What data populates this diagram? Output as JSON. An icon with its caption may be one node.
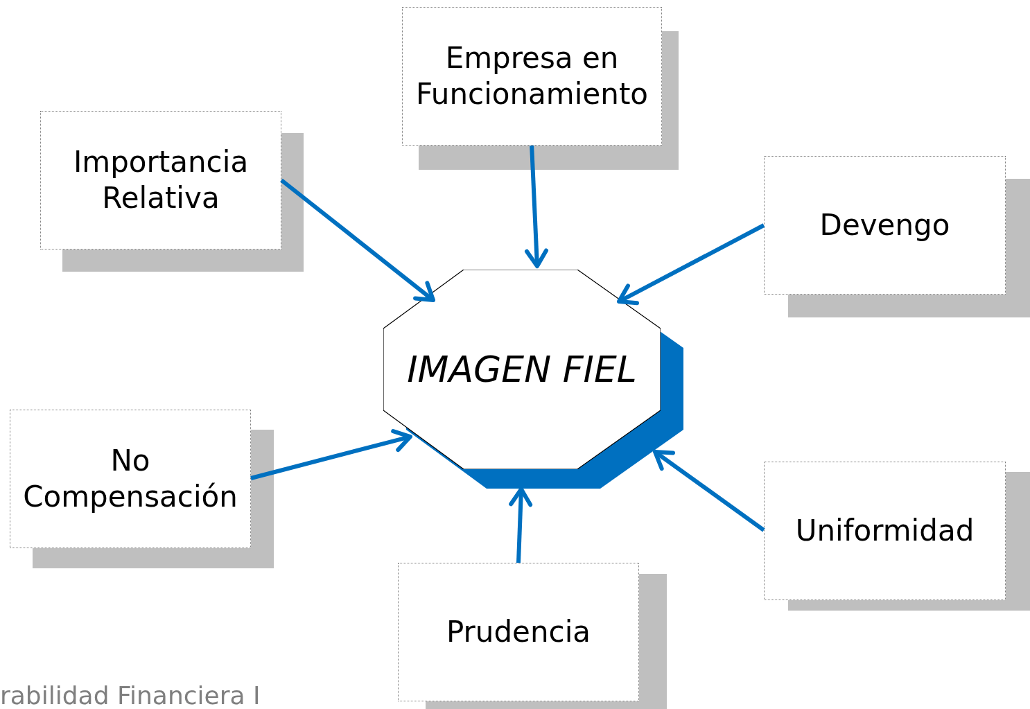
{
  "diagram": {
    "nodes": [
      {
        "text": [
          "Empresa en Funcionamiento"
        ]
      },
      {
        "text": [
          "Importancia Relativa"
        ]
      },
      {
        "text": [
          "Devengo"
        ]
      },
      {
        "text": [
          "IMAGEN FIEL"
        ]
      },
      {
        "text": [
          "No Compensación"
        ]
      },
      {
        "text": [
          "Uniformidad"
        ]
      },
      {
        "text": [
          "Prudencia"
        ]
      }
    ],
    "edges": [
      {
        "from": 0,
        "to": 3,
        "arrow": "to"
      },
      {
        "from": 1,
        "to": 3,
        "arrow": "to"
      },
      {
        "from": 2,
        "to": 3,
        "arrow": "to"
      },
      {
        "from": 4,
        "to": 3,
        "arrow": "to"
      },
      {
        "from": 5,
        "to": 3,
        "arrow": "to"
      },
      {
        "from": 6,
        "to": 3,
        "arrow": "to"
      }
    ],
    "labels": [
      "rabilidad Financiera I"
    ]
  }
}
